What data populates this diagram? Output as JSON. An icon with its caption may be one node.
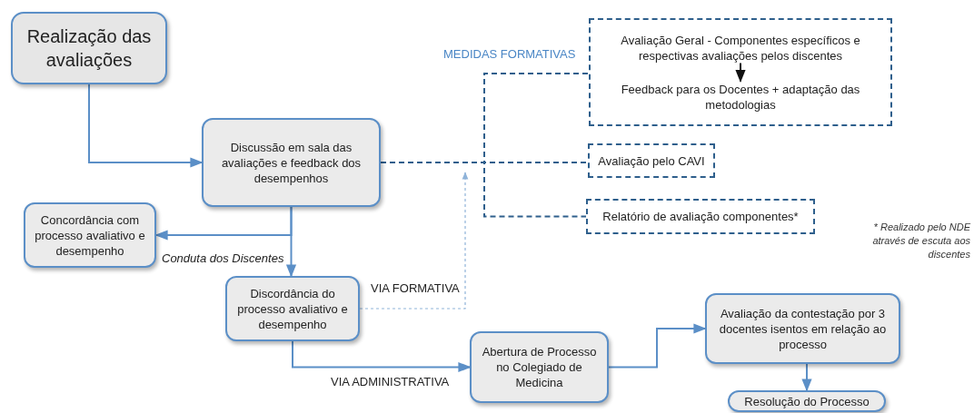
{
  "diagram": {
    "nodes": [
      {
        "text": [
          "Realização das avaliações"
        ]
      },
      {
        "text": [
          "Discussão em sala das avaliações e feedback dos desempenhos"
        ]
      },
      {
        "text": [
          "Concordância com processo avaliativo e desempenho"
        ]
      },
      {
        "text": [
          "Discordância do processo avaliativo e desempenho"
        ]
      },
      {
        "text": [
          "Abertura de Processo no Colegiado de Medicina"
        ]
      },
      {
        "text": [
          "Avaliação da contestação por 3 docentes isentos em relação ao processo"
        ]
      },
      {
        "text": [
          "Resolução do Processo"
        ]
      },
      {
        "text": [],
        "shape": "box"
      },
      {
        "text": [
          "Avaliação Geral - Componentes específicos e respectivas avaliações pelos discentes"
        ],
        "in": 7
      },
      {
        "text": [
          "Feedback para os Docentes + adaptação das metodologias"
        ],
        "in": 7
      },
      {
        "text": [
          "Avaliação pelo CAVI"
        ]
      },
      {
        "text": [
          "Relatório de avaliação componentes*"
        ]
      }
    ],
    "edges": [
      {
        "from": 0,
        "to": 1,
        "arrow": "to"
      },
      {
        "from": 1,
        "to": 2,
        "arrow": "to"
      },
      {
        "from": 1,
        "to": 3,
        "arrow": "to",
        "label": "Conduta dos Discentes"
      },
      {
        "from": 3,
        "to": 4,
        "arrow": "to",
        "label": "VIA ADMINISTRATIVA"
      },
      {
        "from": 3,
        "to": null,
        "arrow": "to",
        "label": "VIA FORMATIVA",
        "style": "dashed",
        "color": "#8fb3d9"
      },
      {
        "from": 1,
        "to": 7,
        "arrow": "none",
        "style": "dashed",
        "color": "#2e5f8c"
      },
      {
        "from": 1,
        "to": 10,
        "arrow": "none",
        "style": "dashed",
        "color": "#2e5f8c"
      },
      {
        "from": 1,
        "to": 11,
        "arrow": "none",
        "style": "dashed",
        "color": "#2e5f8c"
      },
      {
        "from": 4,
        "to": 5,
        "arrow": "to"
      },
      {
        "from": 5,
        "to": 6,
        "arrow": "to"
      },
      {
        "from": 8,
        "to": 9,
        "arrow": "to",
        "color": "#111111"
      }
    ],
    "labels": [
      "MEDIDAS FORMATIVAS",
      "* Realizado pelo NDE através de escuta aos discentes"
    ]
  }
}
